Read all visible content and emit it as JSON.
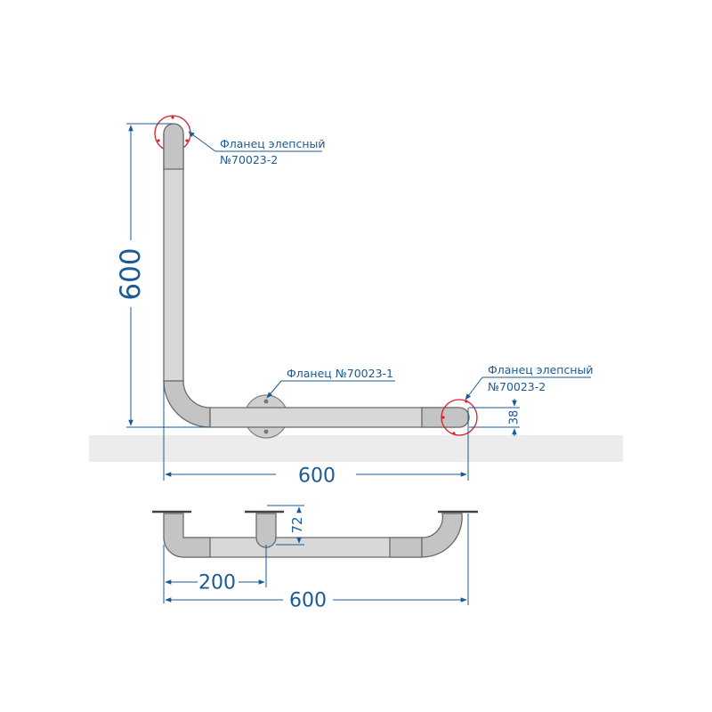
{
  "colors": {
    "dimension": "#1a5a96",
    "pipe_fill": "#d8d8d8",
    "pipe_end_fill": "#c4c4c4",
    "pipe_stroke": "#6a6a6a",
    "flange_elliptic": "#d9202e",
    "flange_round": "#cfcfcf",
    "floor_band": "#ececec"
  },
  "top_view": {
    "dim_vertical": "600",
    "dim_horizontal": "600",
    "dim_small": "38"
  },
  "callouts": {
    "top_flange": {
      "line1": "Фланец элепсный",
      "line2": "№70023-2"
    },
    "middle_flange": {
      "line1": "Фланец №70023-1"
    },
    "right_flange": {
      "line1": "Фланец элепсный",
      "line2": "№70023-2"
    }
  },
  "front_view": {
    "dim_left": "200",
    "dim_total": "600",
    "dim_height": "72"
  }
}
